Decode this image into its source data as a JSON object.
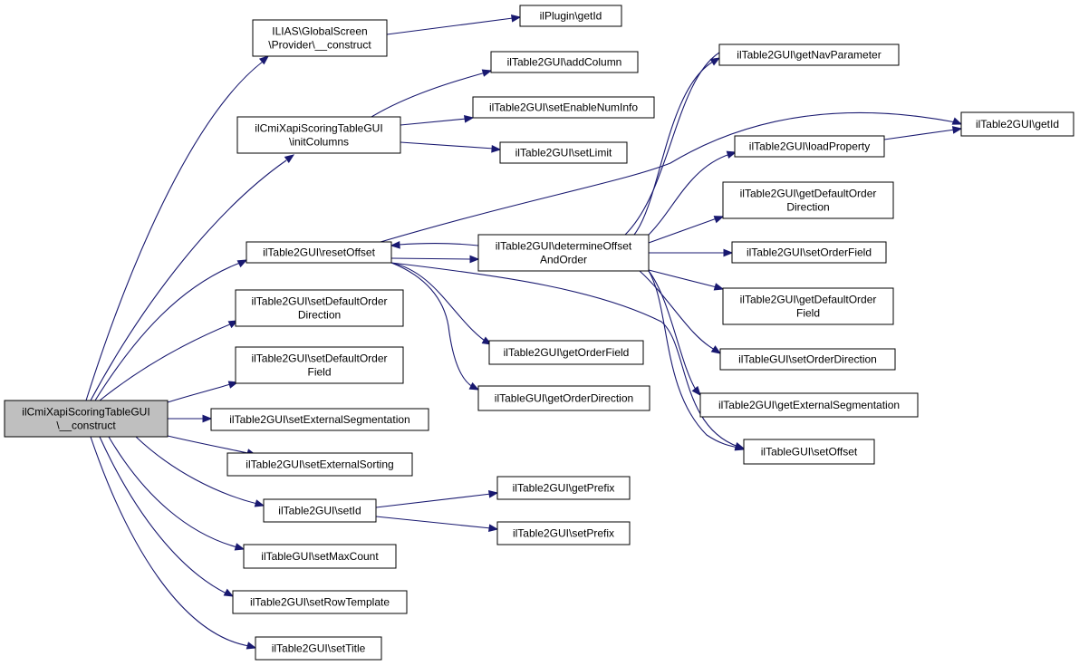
{
  "colors": {
    "edge": "#191970",
    "node_fill": "#ffffff",
    "root_fill": "#bfbfbf",
    "node_border": "#000000"
  },
  "nodes": [
    {
      "id": "root",
      "lines": [
        "ilCmiXapiScoringTableGUI",
        "\\__construct"
      ],
      "root": true
    },
    {
      "id": "provider_construct",
      "lines": [
        "ILIAS\\GlobalScreen",
        "\\Provider\\__construct"
      ]
    },
    {
      "id": "plugin_getid",
      "lines": [
        "ilPlugin\\getId"
      ]
    },
    {
      "id": "initcolumns",
      "lines": [
        "ilCmiXapiScoringTableGUI",
        "\\initColumns"
      ]
    },
    {
      "id": "addcolumn",
      "lines": [
        "ilTable2GUI\\addColumn"
      ]
    },
    {
      "id": "setenablenuminfo",
      "lines": [
        "ilTable2GUI\\setEnableNumInfo"
      ]
    },
    {
      "id": "setlimit",
      "lines": [
        "ilTable2GUI\\setLimit"
      ]
    },
    {
      "id": "resetoffset",
      "lines": [
        "ilTable2GUI\\resetOffset"
      ]
    },
    {
      "id": "determineoffset",
      "lines": [
        "ilTable2GUI\\determineOffset",
        "AndOrder"
      ]
    },
    {
      "id": "getnavparameter",
      "lines": [
        "ilTable2GUI\\getNavParameter"
      ]
    },
    {
      "id": "t2_getid",
      "lines": [
        "ilTable2GUI\\getId"
      ]
    },
    {
      "id": "loadproperty",
      "lines": [
        "ilTable2GUI\\loadProperty"
      ]
    },
    {
      "id": "getdefaultorderdirection",
      "lines": [
        "ilTable2GUI\\getDefaultOrder",
        "Direction"
      ]
    },
    {
      "id": "setorderfield",
      "lines": [
        "ilTable2GUI\\setOrderField"
      ]
    },
    {
      "id": "getdefaultorderfield",
      "lines": [
        "ilTable2GUI\\getDefaultOrder",
        "Field"
      ]
    },
    {
      "id": "setorderdirection",
      "lines": [
        "ilTableGUI\\setOrderDirection"
      ]
    },
    {
      "id": "getexternalsegmentation",
      "lines": [
        "ilTable2GUI\\getExternalSegmentation"
      ]
    },
    {
      "id": "setoffset",
      "lines": [
        "ilTableGUI\\setOffset"
      ]
    },
    {
      "id": "getorderfield",
      "lines": [
        "ilTable2GUI\\getOrderField"
      ]
    },
    {
      "id": "getorderdirection",
      "lines": [
        "ilTableGUI\\getOrderDirection"
      ]
    },
    {
      "id": "setdefaultorderdirection",
      "lines": [
        "ilTable2GUI\\setDefaultOrder",
        "Direction"
      ]
    },
    {
      "id": "setdefaultorderfield",
      "lines": [
        "ilTable2GUI\\setDefaultOrder",
        "Field"
      ]
    },
    {
      "id": "setexternalsegmentation",
      "lines": [
        "ilTable2GUI\\setExternalSegmentation"
      ]
    },
    {
      "id": "setexternalsorting",
      "lines": [
        "ilTable2GUI\\setExternalSorting"
      ]
    },
    {
      "id": "setid",
      "lines": [
        "ilTable2GUI\\setId"
      ]
    },
    {
      "id": "getprefix",
      "lines": [
        "ilTable2GUI\\getPrefix"
      ]
    },
    {
      "id": "setprefix",
      "lines": [
        "ilTable2GUI\\setPrefix"
      ]
    },
    {
      "id": "setmaxcount",
      "lines": [
        "ilTableGUI\\setMaxCount"
      ]
    },
    {
      "id": "setrowtemplate",
      "lines": [
        "ilTable2GUI\\setRowTemplate"
      ]
    },
    {
      "id": "settitle",
      "lines": [
        "ilTable2GUI\\setTitle"
      ]
    }
  ],
  "edges": [
    {
      "from": "root",
      "to": "provider_construct"
    },
    {
      "from": "root",
      "to": "initcolumns"
    },
    {
      "from": "root",
      "to": "resetoffset"
    },
    {
      "from": "root",
      "to": "setdefaultorderdirection"
    },
    {
      "from": "root",
      "to": "setdefaultorderfield"
    },
    {
      "from": "root",
      "to": "setexternalsegmentation"
    },
    {
      "from": "root",
      "to": "setexternalsorting"
    },
    {
      "from": "root",
      "to": "setid"
    },
    {
      "from": "root",
      "to": "setmaxcount"
    },
    {
      "from": "root",
      "to": "setrowtemplate"
    },
    {
      "from": "root",
      "to": "settitle"
    },
    {
      "from": "provider_construct",
      "to": "plugin_getid"
    },
    {
      "from": "initcolumns",
      "to": "addcolumn"
    },
    {
      "from": "initcolumns",
      "to": "setenablenuminfo"
    },
    {
      "from": "initcolumns",
      "to": "setlimit"
    },
    {
      "from": "resetoffset",
      "to": "determineoffset"
    },
    {
      "from": "resetoffset",
      "to": "t2_getid"
    },
    {
      "from": "resetoffset",
      "to": "getorderfield"
    },
    {
      "from": "resetoffset",
      "to": "getorderdirection"
    },
    {
      "from": "resetoffset",
      "to": "setoffset"
    },
    {
      "from": "determineoffset",
      "to": "resetoffset"
    },
    {
      "from": "determineoffset",
      "to": "getnavparameter"
    },
    {
      "from": "determineoffset",
      "to": "loadproperty"
    },
    {
      "from": "determineoffset",
      "to": "getdefaultorderdirection"
    },
    {
      "from": "determineoffset",
      "to": "setorderfield"
    },
    {
      "from": "determineoffset",
      "to": "getdefaultorderfield"
    },
    {
      "from": "determineoffset",
      "to": "setorderdirection"
    },
    {
      "from": "determineoffset",
      "to": "getexternalsegmentation"
    },
    {
      "from": "determineoffset",
      "to": "setoffset"
    },
    {
      "from": "loadproperty",
      "to": "t2_getid"
    },
    {
      "from": "setid",
      "to": "getprefix"
    },
    {
      "from": "setid",
      "to": "setprefix"
    }
  ]
}
